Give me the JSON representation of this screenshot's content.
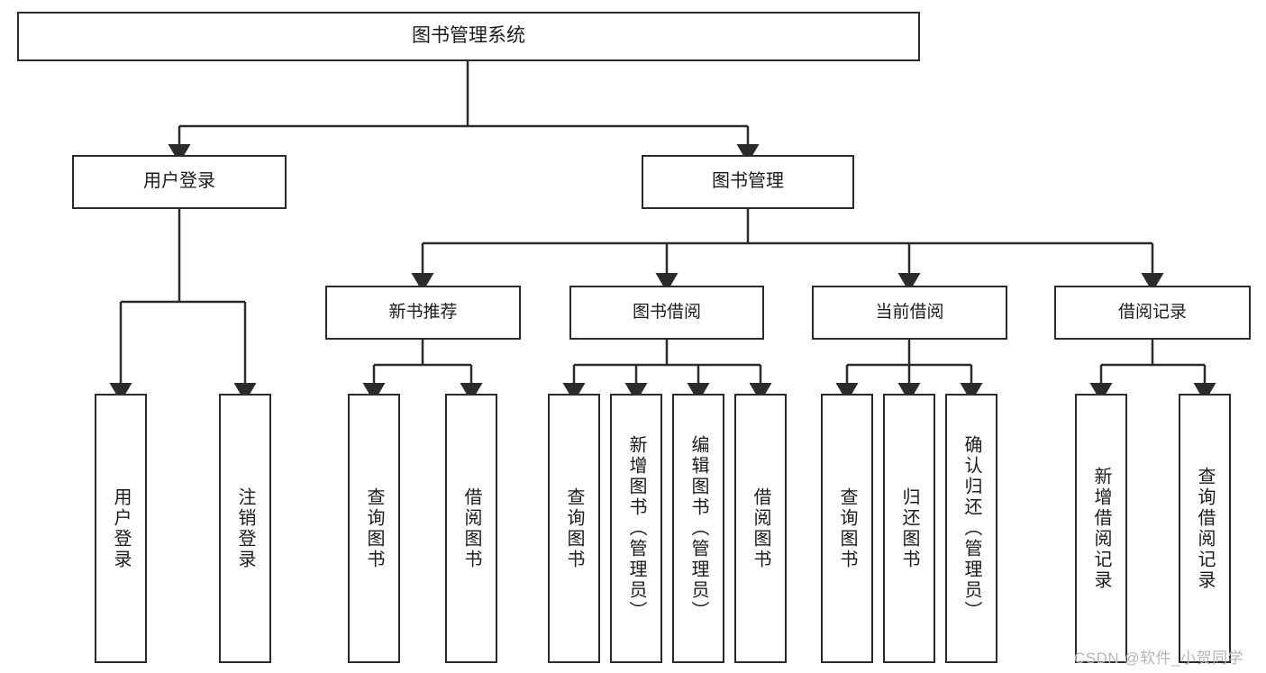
{
  "diagram": {
    "title": "图书管理系统",
    "type": "tree-hierarchy-diagram",
    "watermark": "CSDN @软件_小贺同学",
    "colors": {
      "stroke": "#2b2b2b",
      "fill": "#ffffff",
      "text": "#1b1b1b",
      "watermark": "#b6b6b6"
    },
    "root": {
      "label": "图书管理系统"
    },
    "level1": [
      {
        "label": "用户登录"
      },
      {
        "label": "图书管理"
      }
    ],
    "level2": [
      {
        "label": "新书推荐"
      },
      {
        "label": "图书借阅"
      },
      {
        "label": "当前借阅"
      },
      {
        "label": "借阅记录"
      }
    ],
    "leaves": {
      "user_login": [
        {
          "label": "用户登录"
        },
        {
          "label": "注销登录"
        }
      ],
      "new_book_recommend": [
        {
          "label": "查询图书"
        },
        {
          "label": "借阅图书"
        }
      ],
      "book_borrow": [
        {
          "label": "查询图书"
        },
        {
          "label": "新增图书（管理员）"
        },
        {
          "label": "编辑图书（管理员）"
        },
        {
          "label": "借阅图书"
        }
      ],
      "current_borrow": [
        {
          "label": "查询图书"
        },
        {
          "label": "归还图书"
        },
        {
          "label": "确认归还（管理员）"
        }
      ],
      "borrow_records": [
        {
          "label": "新增借阅记录"
        },
        {
          "label": "查询借阅记录"
        }
      ]
    }
  }
}
